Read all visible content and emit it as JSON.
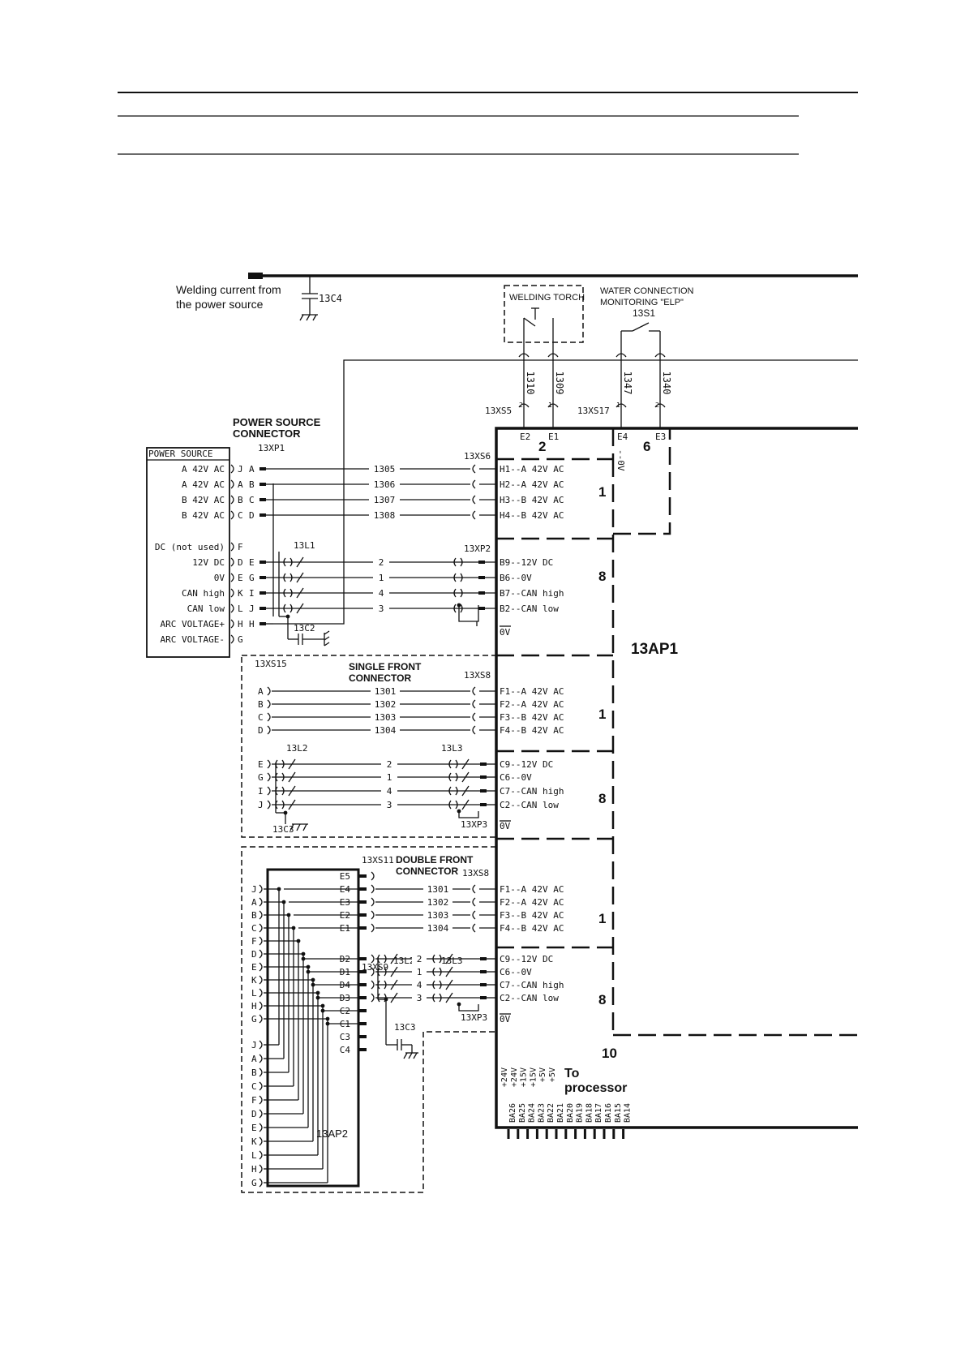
{
  "diagram": {
    "welding_current": [
      "Welding current from",
      "the power source"
    ],
    "cap_13c4": "13C4",
    "welding_torch": "WELDING TORCH",
    "water_monitoring": [
      "WATER CONNECTION",
      "MONITORING \"ELP\""
    ],
    "switch_13s1": "13S1",
    "torch_wires": [
      "1310",
      "1309"
    ],
    "water_wires": [
      "1347",
      "1340"
    ],
    "xs5": "13XS5",
    "xs17": "13XS17",
    "pins_12": [
      "2",
      "1"
    ],
    "pins_E": [
      "E2",
      "E1",
      "E4",
      "E3"
    ],
    "group_2": "2",
    "group_6": "6",
    "e4_note": "--0V",
    "ps_connector": [
      "POWER SOURCE",
      "CONNECTOR"
    ],
    "xp1": "13XP1",
    "power_source_title": "POWER SOURCE",
    "power_source_rows": [
      {
        "label": "A 42V AC",
        "p": "J",
        "q": "A",
        "wire": "1305",
        "dest": "H1--A 42V AC"
      },
      {
        "label": "A 42V AC",
        "p": "A",
        "q": "B",
        "wire": "1306",
        "dest": "H2--A 42V AC"
      },
      {
        "label": "B 42V AC",
        "p": "B",
        "q": "C",
        "wire": "1307",
        "dest": "H3--B 42V AC"
      },
      {
        "label": "B 42V AC",
        "p": "C",
        "q": "D",
        "wire": "1308",
        "dest": "H4--B 42V AC"
      }
    ],
    "ps_dc_rows": [
      {
        "label": "DC (not used)",
        "p": "F"
      },
      {
        "label": "12V DC",
        "p": "D",
        "q": "E",
        "wire": "2",
        "dest": "B9--12V DC"
      },
      {
        "label": "0V",
        "p": "E",
        "q": "G",
        "wire": "1",
        "dest": "B6--0V"
      },
      {
        "label": "CAN high",
        "p": "K",
        "q": "I",
        "wire": "4",
        "dest": "B7--CAN high"
      },
      {
        "label": "CAN low",
        "p": "L",
        "q": "J",
        "wire": "3",
        "dest": "B2--CAN low"
      },
      {
        "label": "ARC VOLTAGE+",
        "p": "H",
        "q": "H"
      },
      {
        "label": "ARC VOLTAGE-",
        "p": "G"
      }
    ],
    "xs6": "13XS6",
    "xp2": "13XP2",
    "l1": "13L1",
    "c2": "13C2",
    "zero_v": "0V",
    "group_1": "1",
    "group_8": "8",
    "ap1": "13AP1",
    "single_front": [
      "SINGLE  FRONT",
      "CONNECTOR"
    ],
    "xs15": "13XS15",
    "xs8": "13XS8",
    "single_rows": [
      {
        "p": "A",
        "wire": "1301",
        "dest": "F1--A 42V AC"
      },
      {
        "p": "B",
        "wire": "1302",
        "dest": "F2--A 42V AC"
      },
      {
        "p": "C",
        "wire": "1303",
        "dest": "F3--B 42V AC"
      },
      {
        "p": "D",
        "wire": "1304",
        "dest": "F4--B 42V AC"
      }
    ],
    "single_dc_rows": [
      {
        "p": "E",
        "wire": "2",
        "dest": "C9--12V DC"
      },
      {
        "p": "G",
        "wire": "1",
        "dest": "C6--0V"
      },
      {
        "p": "I",
        "wire": "4",
        "dest": "C7--CAN high"
      },
      {
        "p": "J",
        "wire": "3",
        "dest": "C2--CAN low"
      }
    ],
    "l2": "13L2",
    "l3": "13L3",
    "c3": "13C3",
    "xp3": "13XP3",
    "double_front": [
      "DOUBLE  FRONT",
      "CONNECTOR"
    ],
    "xs11": "13XS11",
    "xs9": "13XS9",
    "ap2_pins_top": [
      "E5",
      "E4",
      "E3",
      "E2",
      "E1"
    ],
    "ap2_pins_d": [
      "D2",
      "D1",
      "D4",
      "D3",
      "C2",
      "C1",
      "C3",
      "C4"
    ],
    "double_left_top": [
      "J",
      "A",
      "B",
      "C",
      "F",
      "D",
      "E",
      "K",
      "L",
      "H",
      "G"
    ],
    "double_left_bottom": [
      "J",
      "A",
      "B",
      "C",
      "F",
      "D",
      "E",
      "K",
      "L",
      "H",
      "G"
    ],
    "double_rows": [
      {
        "wire": "1301",
        "dest": "F1--A 42V AC"
      },
      {
        "wire": "1302",
        "dest": "F2--A 42V AC"
      },
      {
        "wire": "1303",
        "dest": "F3--B 42V AC"
      },
      {
        "wire": "1304",
        "dest": "F4--B 42V AC"
      }
    ],
    "double_dc_rows": [
      {
        "wire": "2",
        "dest": "C9--12V DC"
      },
      {
        "wire": "1",
        "dest": "C6--0V"
      },
      {
        "wire": "4",
        "dest": "C7--CAN high"
      },
      {
        "wire": "3",
        "dest": "C2--CAN low"
      }
    ],
    "ap2": "13AP2",
    "group_10": "10",
    "to_processor": [
      "To",
      "processor"
    ],
    "processor_pins": [
      [
        "+24V",
        "BA26"
      ],
      [
        "+24V",
        "BA25"
      ],
      [
        "+15V",
        "BA24"
      ],
      [
        "+15V",
        "BA23"
      ],
      [
        "+5V",
        "BA22"
      ],
      [
        "+5V",
        "BA21"
      ],
      [
        "",
        "BA20"
      ],
      [
        "",
        "BA19"
      ],
      [
        "",
        "BA18"
      ],
      [
        "",
        "BA17"
      ],
      [
        "",
        "BA16"
      ],
      [
        "",
        "BA15"
      ],
      [
        "",
        "BA14"
      ]
    ]
  }
}
